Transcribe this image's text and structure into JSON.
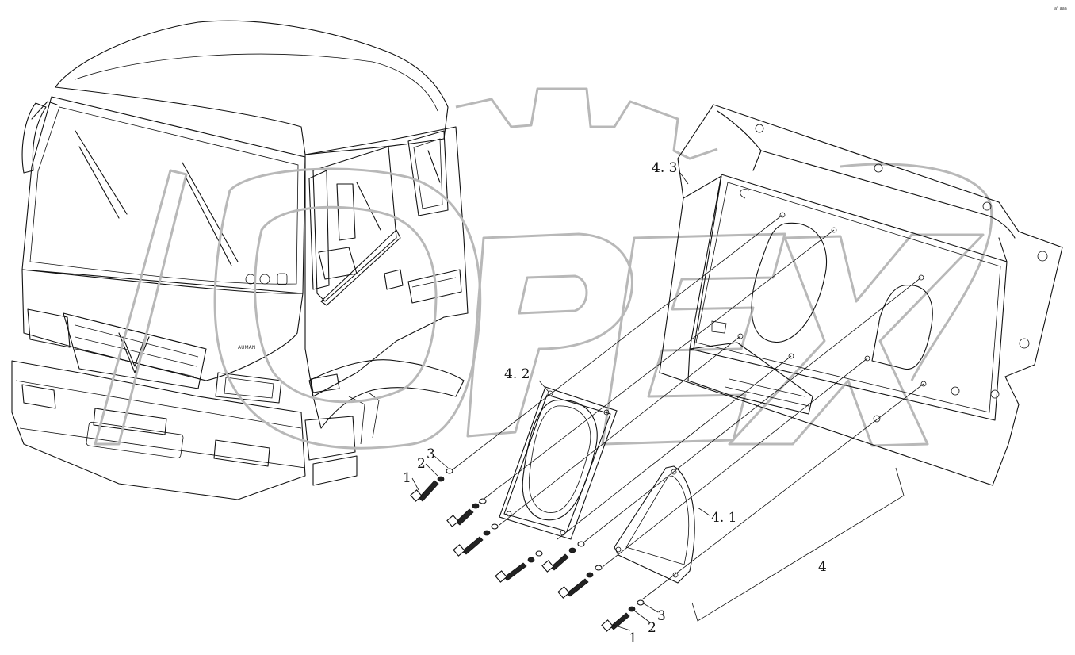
{
  "corner_mark": "a⁰ aaa",
  "watermark": "OPEX",
  "cab_badge": "AUMAN",
  "callouts": {
    "c1_left": "1",
    "c2_left": "2",
    "c3_left": "3",
    "c4_2": "4. 2",
    "c4_3": "4. 3",
    "c4_1": "4. 1",
    "c4": "4",
    "c1_bottom": "1",
    "c2_bottom": "2",
    "c3_bottom": "3"
  }
}
